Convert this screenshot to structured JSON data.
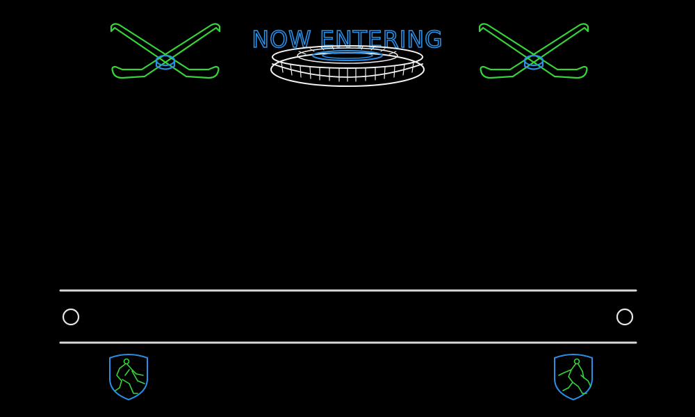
{
  "sign": {
    "headline": "NOW ENTERING"
  },
  "icons": {
    "left_crossed_sticks": "crossed-hockey-sticks-with-puck",
    "right_crossed_sticks": "crossed-hockey-sticks-with-puck",
    "stadium": "stadium",
    "left_badge": "hockey-player-shield",
    "right_badge": "hockey-player-shield",
    "left_ring": "ring",
    "right_ring": "ring"
  },
  "colors": {
    "background": "#000000",
    "green": "#39d43a",
    "blue": "#2a8fe6",
    "white": "#f2f2f2",
    "rail": "#d9d9d9"
  }
}
